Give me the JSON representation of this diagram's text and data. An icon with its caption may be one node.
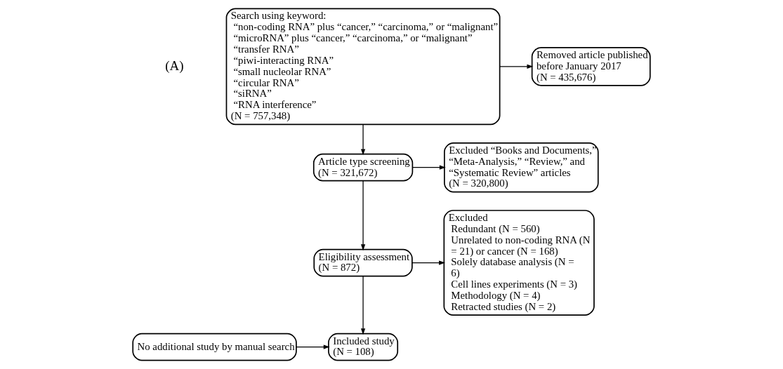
{
  "diagram": {
    "nodes": [
      {
        "text": [
          "Search using keyword:",
          "“non-coding RNA” plus “cancer,” “carcinoma,” or “malignant”",
          "“microRNA” plus “cancer,” “carcinoma,” or “malignant”",
          "“transfer RNA”",
          "“piwi-interacting RNA”",
          "“small nucleolar RNA”",
          "“circular RNA”",
          "“siRNA”",
          "“RNA interference”",
          "(N = 757,348)"
        ]
      },
      {
        "text": [
          "Removed article published before January 2017",
          "(N = 435,676)"
        ]
      },
      {
        "text": [
          "Article type screening",
          "(N = 321,672)"
        ]
      },
      {
        "text": [
          "Excluded “Books and Documents,” “Meta-Analysis,” “Review,” and “Systematic Review” articles",
          "(N = 320,800)"
        ]
      },
      {
        "text": [
          "Eligibility assessment",
          "(N = 872)"
        ]
      },
      {
        "text": [
          "Excluded",
          "Redundant (N = 560)",
          "Unrelated to non-coding RNA (N = 21) or cancer (N = 168)",
          "Solely database analysis (N = 6)",
          "Cell lines experiments (N = 3)",
          "Methodology (N = 4)",
          "Retracted studies (N = 2)"
        ]
      },
      {
        "text": [
          "Included study",
          "(N = 108)"
        ]
      },
      {
        "text": [
          "No additional study by manual search"
        ]
      }
    ],
    "edges": [
      {
        "from": 0,
        "to": 1,
        "arrow": "to"
      },
      {
        "from": 0,
        "to": 2,
        "arrow": "to"
      },
      {
        "from": 2,
        "to": 3,
        "arrow": "to"
      },
      {
        "from": 2,
        "to": 4,
        "arrow": "to"
      },
      {
        "from": 4,
        "to": 5,
        "arrow": "to"
      },
      {
        "from": 4,
        "to": 6,
        "arrow": "to"
      },
      {
        "from": 7,
        "to": 6,
        "arrow": "to"
      }
    ],
    "labels": [
      "(A)"
    ]
  }
}
